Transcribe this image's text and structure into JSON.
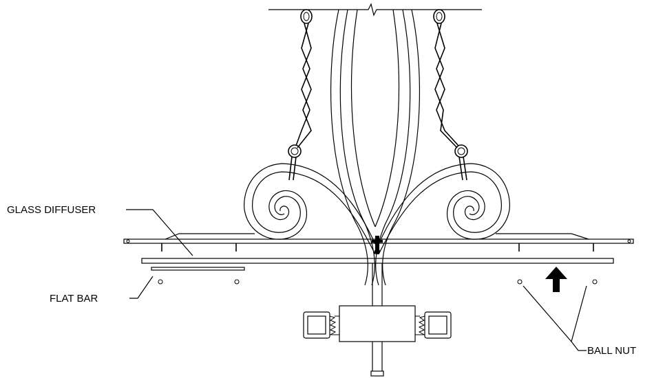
{
  "labels": {
    "glass_diffuser": "GLASS DIFFUSER",
    "flat_bar": "FLAT BAR",
    "ball_nut": "BALL NUT"
  },
  "colors": {
    "line": "#000000",
    "background": "#ffffff"
  }
}
